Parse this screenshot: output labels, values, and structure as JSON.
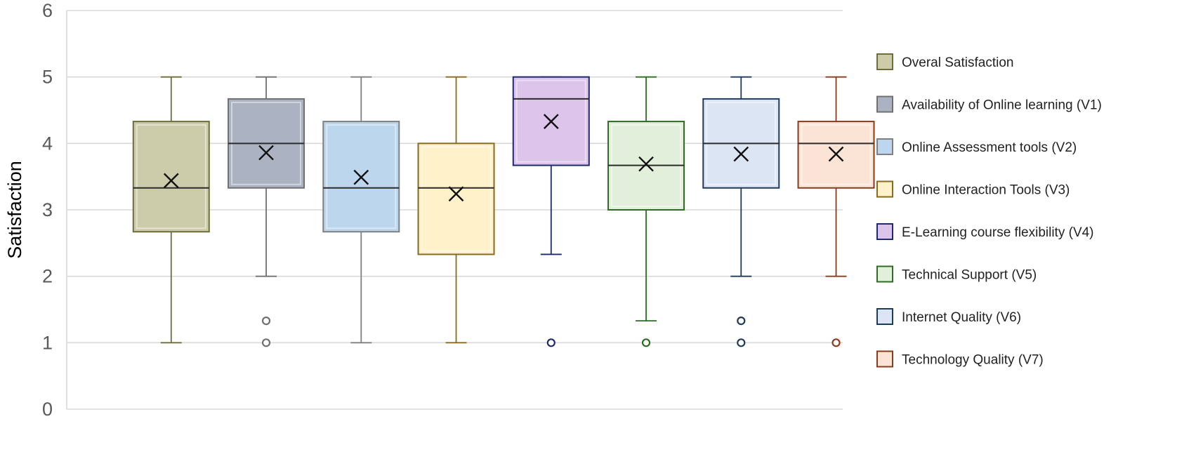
{
  "chart_data": {
    "type": "box",
    "ylabel": "Satisfaction",
    "ylim": [
      0,
      6
    ],
    "yticks": [
      0,
      1,
      2,
      3,
      4,
      5,
      6
    ],
    "grid": true,
    "legend_position": "right",
    "series": [
      {
        "name": "Overal Satisfaction",
        "min": 1,
        "q1": 2.67,
        "median": 3.33,
        "q3": 4.33,
        "max": 5,
        "mean": 3.44,
        "outliers": [],
        "fill": "#ccccaa",
        "stroke": "#6e6e3c"
      },
      {
        "name": "Availability of Online learning (V1)",
        "min": 2,
        "q1": 3.33,
        "median": 4,
        "q3": 4.67,
        "max": 5,
        "mean": 3.86,
        "outliers": [
          1,
          1.33
        ],
        "fill": "#abb3c3",
        "stroke": "#707070"
      },
      {
        "name": "Online Assessment tools (V2)",
        "min": 1,
        "q1": 2.67,
        "median": 3.33,
        "q3": 4.33,
        "max": 5,
        "mean": 3.49,
        "outliers": [],
        "fill": "#bcd6ee",
        "stroke": "#808080"
      },
      {
        "name": "Online Interaction Tools (V3)",
        "min": 1,
        "q1": 2.33,
        "median": 3.33,
        "q3": 4,
        "max": 5,
        "mean": 3.24,
        "outliers": [],
        "fill": "#fff1c9",
        "stroke": "#8a6a1e"
      },
      {
        "name": "E-Learning course flexibility (V4)",
        "min": 2.33,
        "q1": 3.67,
        "median": 4.67,
        "q3": 5,
        "max": 5,
        "mean": 4.33,
        "outliers": [
          1
        ],
        "fill": "#dcc4ea",
        "stroke": "#1f2a6e"
      },
      {
        "name": "Technical Support (V5)",
        "min": 1.33,
        "q1": 3,
        "median": 3.67,
        "q3": 4.33,
        "max": 5,
        "mean": 3.69,
        "outliers": [
          1
        ],
        "fill": "#e2efdb",
        "stroke": "#2f6b25"
      },
      {
        "name": "Internet Quality (V6)",
        "min": 2,
        "q1": 3.33,
        "median": 4,
        "q3": 4.67,
        "max": 5,
        "mean": 3.84,
        "outliers": [
          1,
          1.33
        ],
        "fill": "#dbe5f4",
        "stroke": "#1f3b5c"
      },
      {
        "name": "Technology Quality (V7)",
        "min": 2,
        "q1": 3.33,
        "median": 4,
        "q3": 4.33,
        "max": 5,
        "mean": 3.84,
        "outliers": [
          1
        ],
        "fill": "#fbe4d6",
        "stroke": "#8a3b1e"
      }
    ]
  }
}
